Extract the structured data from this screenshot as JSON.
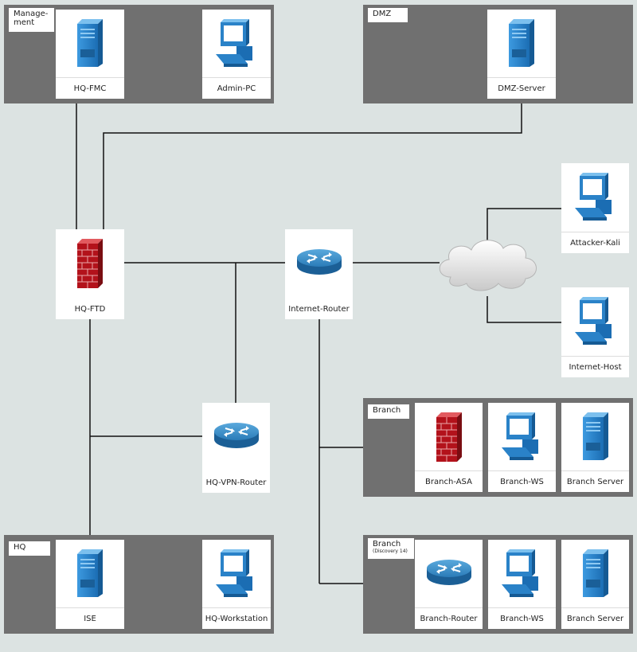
{
  "zones": {
    "management": "Manage-\nment",
    "dmz": "DMZ",
    "branch1": "Branch",
    "hq": "HQ",
    "branch2": "Branch",
    "branch2_sub": "(Discovery 14)"
  },
  "nodes": {
    "hq_fmc": "HQ-FMC",
    "admin_pc": "Admin-PC",
    "dmz_server": "DMZ-Server",
    "hq_ftd": "HQ-FTD",
    "internet_router": "Internet-Router",
    "attacker_kali": "Attacker-Kali",
    "internet_host": "Internet-Host",
    "hq_vpn_router": "HQ-VPN-Router",
    "branch_asa": "Branch-ASA",
    "branch_ws_1": "Branch-WS",
    "branch_server_1": "Branch Server",
    "ise": "ISE",
    "hq_workstation": "HQ-Workstation",
    "branch_router": "Branch-Router",
    "branch_ws_2": "Branch-WS",
    "branch_server_2": "Branch Server"
  },
  "icons": {
    "server": "server-icon",
    "workstation": "workstation-icon",
    "firewall": "firewall-icon",
    "router": "router-icon",
    "cloud": "cloud-icon"
  },
  "colors": {
    "background": "#dce3e2",
    "zone": "#707070",
    "device_blue": "#2a82c8",
    "firewall_red": "#b3121b"
  }
}
